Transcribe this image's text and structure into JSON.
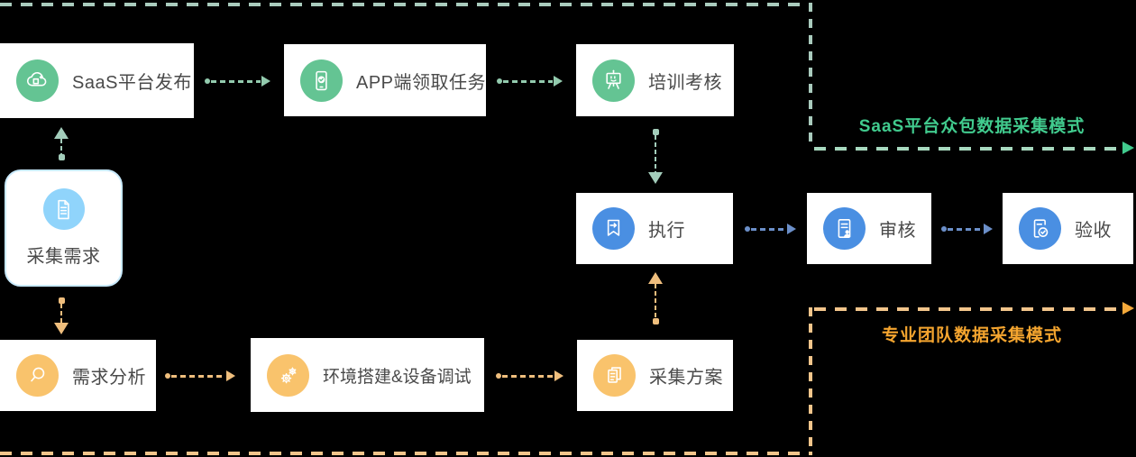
{
  "regions": {
    "saas": {
      "label": "SaaS平台众包数据采集模式",
      "text_color": "#41cb8e",
      "dash_color": "#a9cbbd",
      "arrow_color": "#41cb8e"
    },
    "pro": {
      "label": "专业团队数据采集模式",
      "text_color": "#f5a52f",
      "dash_color": "#f2c58b",
      "arrow_color": "#f5a93b"
    }
  },
  "nodes": {
    "saas_publish": {
      "label": "SaaS平台发布",
      "icon": "cloud-icon",
      "accent": "#64c493"
    },
    "app_task": {
      "label": "APP端领取任务",
      "icon": "phone-check-icon",
      "accent": "#64c493"
    },
    "training": {
      "label": "培训考核",
      "icon": "easel-board-icon",
      "accent": "#64c493"
    },
    "requirement": {
      "label": "采集需求",
      "icon": "document-icon",
      "accent": "#90d4fb"
    },
    "execute": {
      "label": "执行",
      "icon": "bookmark-arrow-icon",
      "accent": "#4a8fe2"
    },
    "review": {
      "label": "审核",
      "icon": "document-user-icon",
      "accent": "#4a8fe2"
    },
    "acceptance": {
      "label": "验收",
      "icon": "document-check-icon",
      "accent": "#4a8fe2"
    },
    "analysis": {
      "label": "需求分析",
      "icon": "magnifier-icon",
      "accent": "#f9c36c"
    },
    "environment": {
      "label": "环境搭建&设备调试",
      "icon": "gears-icon",
      "accent": "#f9c36c"
    },
    "plan": {
      "label": "采集方案",
      "icon": "documents-icon",
      "accent": "#f9c36c"
    }
  },
  "colors": {
    "background": "#000000",
    "node_background": "#ffffff",
    "node_text": "#4a4a4a",
    "requirement_border": "#c9eafc",
    "green_arrow": "#93cbae",
    "orange_arrow": "#efbe7d",
    "blue_arrow": "#6b8fc9"
  }
}
